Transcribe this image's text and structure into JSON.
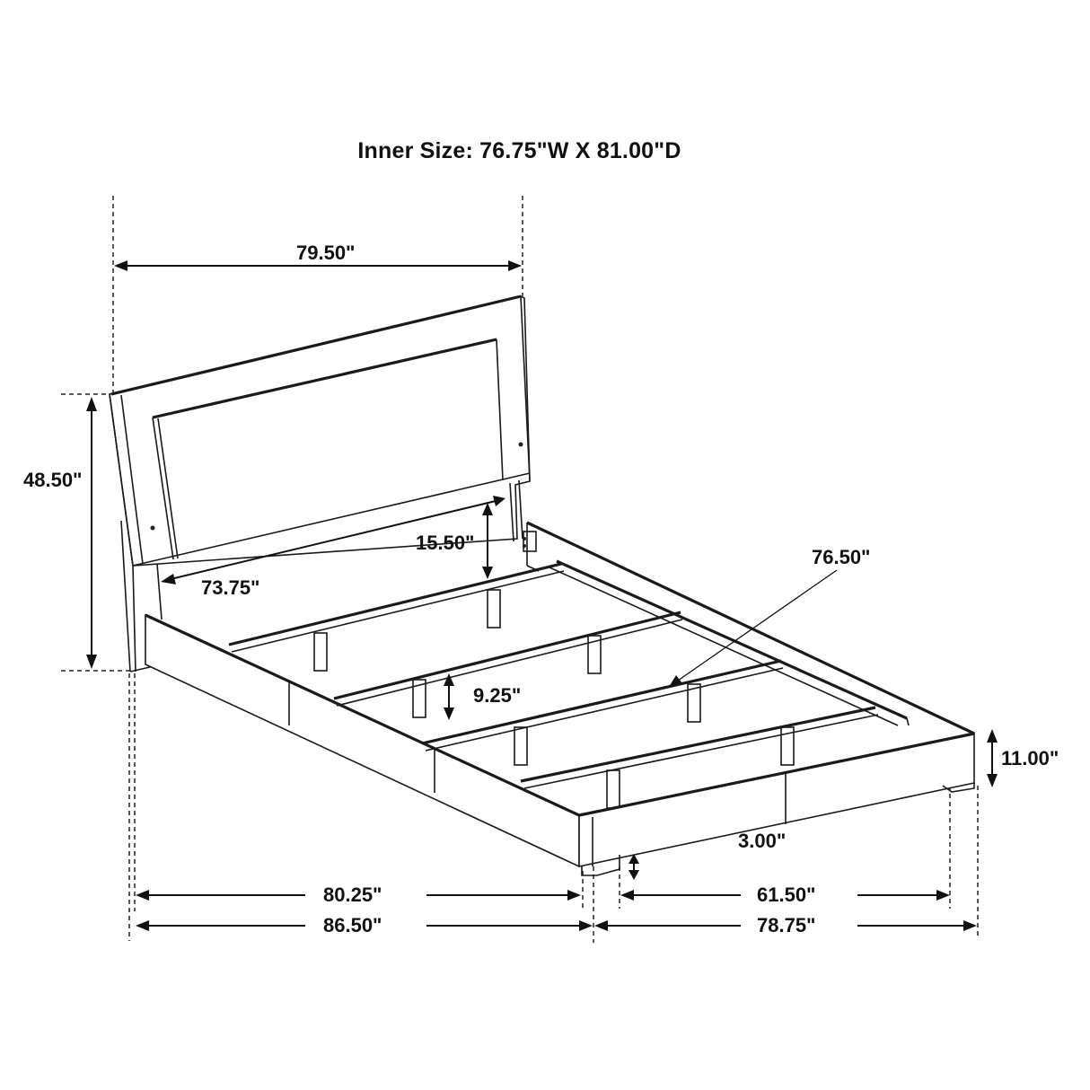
{
  "diagram": {
    "title": "Inner Size: 76.75\"W X 81.00\"D",
    "subject": "bed-frame",
    "line_color": "#1a1a1a",
    "background": "#ffffff",
    "dimensions": {
      "headboard_width": "79.50\"",
      "headboard_height": "48.50\"",
      "headboard_inner_width": "73.75\"",
      "headboard_clearance": "15.50\"",
      "slat_length": "76.50\"",
      "slat_height": "9.25\"",
      "rail_height": "11.00\"",
      "leg_height": "3.00\"",
      "side_rail_length": "80.25\"",
      "overall_length": "86.50\"",
      "inner_width": "61.50\"",
      "overall_width": "78.75\""
    }
  }
}
